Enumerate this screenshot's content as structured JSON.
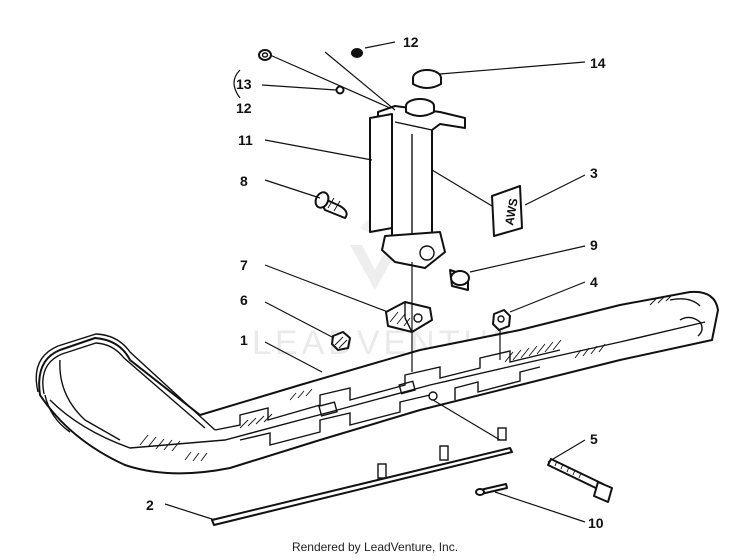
{
  "diagram": {
    "callouts": [
      {
        "id": "1",
        "label": "1"
      },
      {
        "id": "2",
        "label": "2"
      },
      {
        "id": "3",
        "label": "3"
      },
      {
        "id": "4",
        "label": "4"
      },
      {
        "id": "5",
        "label": "5"
      },
      {
        "id": "6",
        "label": "6"
      },
      {
        "id": "7",
        "label": "7"
      },
      {
        "id": "8",
        "label": "8"
      },
      {
        "id": "9",
        "label": "9"
      },
      {
        "id": "10",
        "label": "10"
      },
      {
        "id": "11",
        "label": "11"
      },
      {
        "id": "12a",
        "label": "12"
      },
      {
        "id": "12b",
        "label": "12"
      },
      {
        "id": "13",
        "label": "13"
      },
      {
        "id": "14",
        "label": "14"
      }
    ],
    "decal_text": "AWS",
    "watermark_text": "LEADVENTURE"
  },
  "footer": {
    "credit": "Rendered by LeadVenture, Inc."
  }
}
